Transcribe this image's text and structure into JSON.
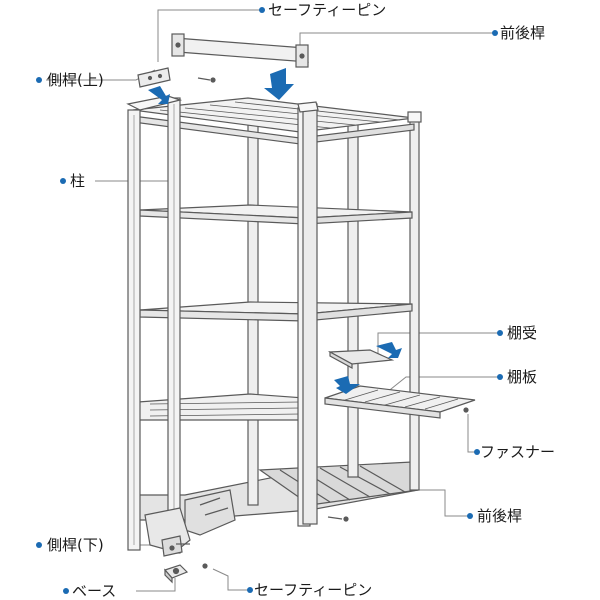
{
  "labels": {
    "safety_pin_top": "セーフティーピン",
    "front_rear_beam_top": "前後桿",
    "side_beam_top": "側桿(上)",
    "post": "柱",
    "shelf_support": "棚受",
    "shelf_board": "棚板",
    "fastener": "ファスナー",
    "front_rear_beam_bottom": "前後桿",
    "side_beam_bottom": "側桿(下)",
    "base": "ベース",
    "safety_pin_bottom": "セーフティーピン"
  },
  "colors": {
    "accent": "#1b6bb3",
    "frame": "#ededed",
    "outline": "#5a5a5a",
    "leader": "#8a8a8a"
  }
}
